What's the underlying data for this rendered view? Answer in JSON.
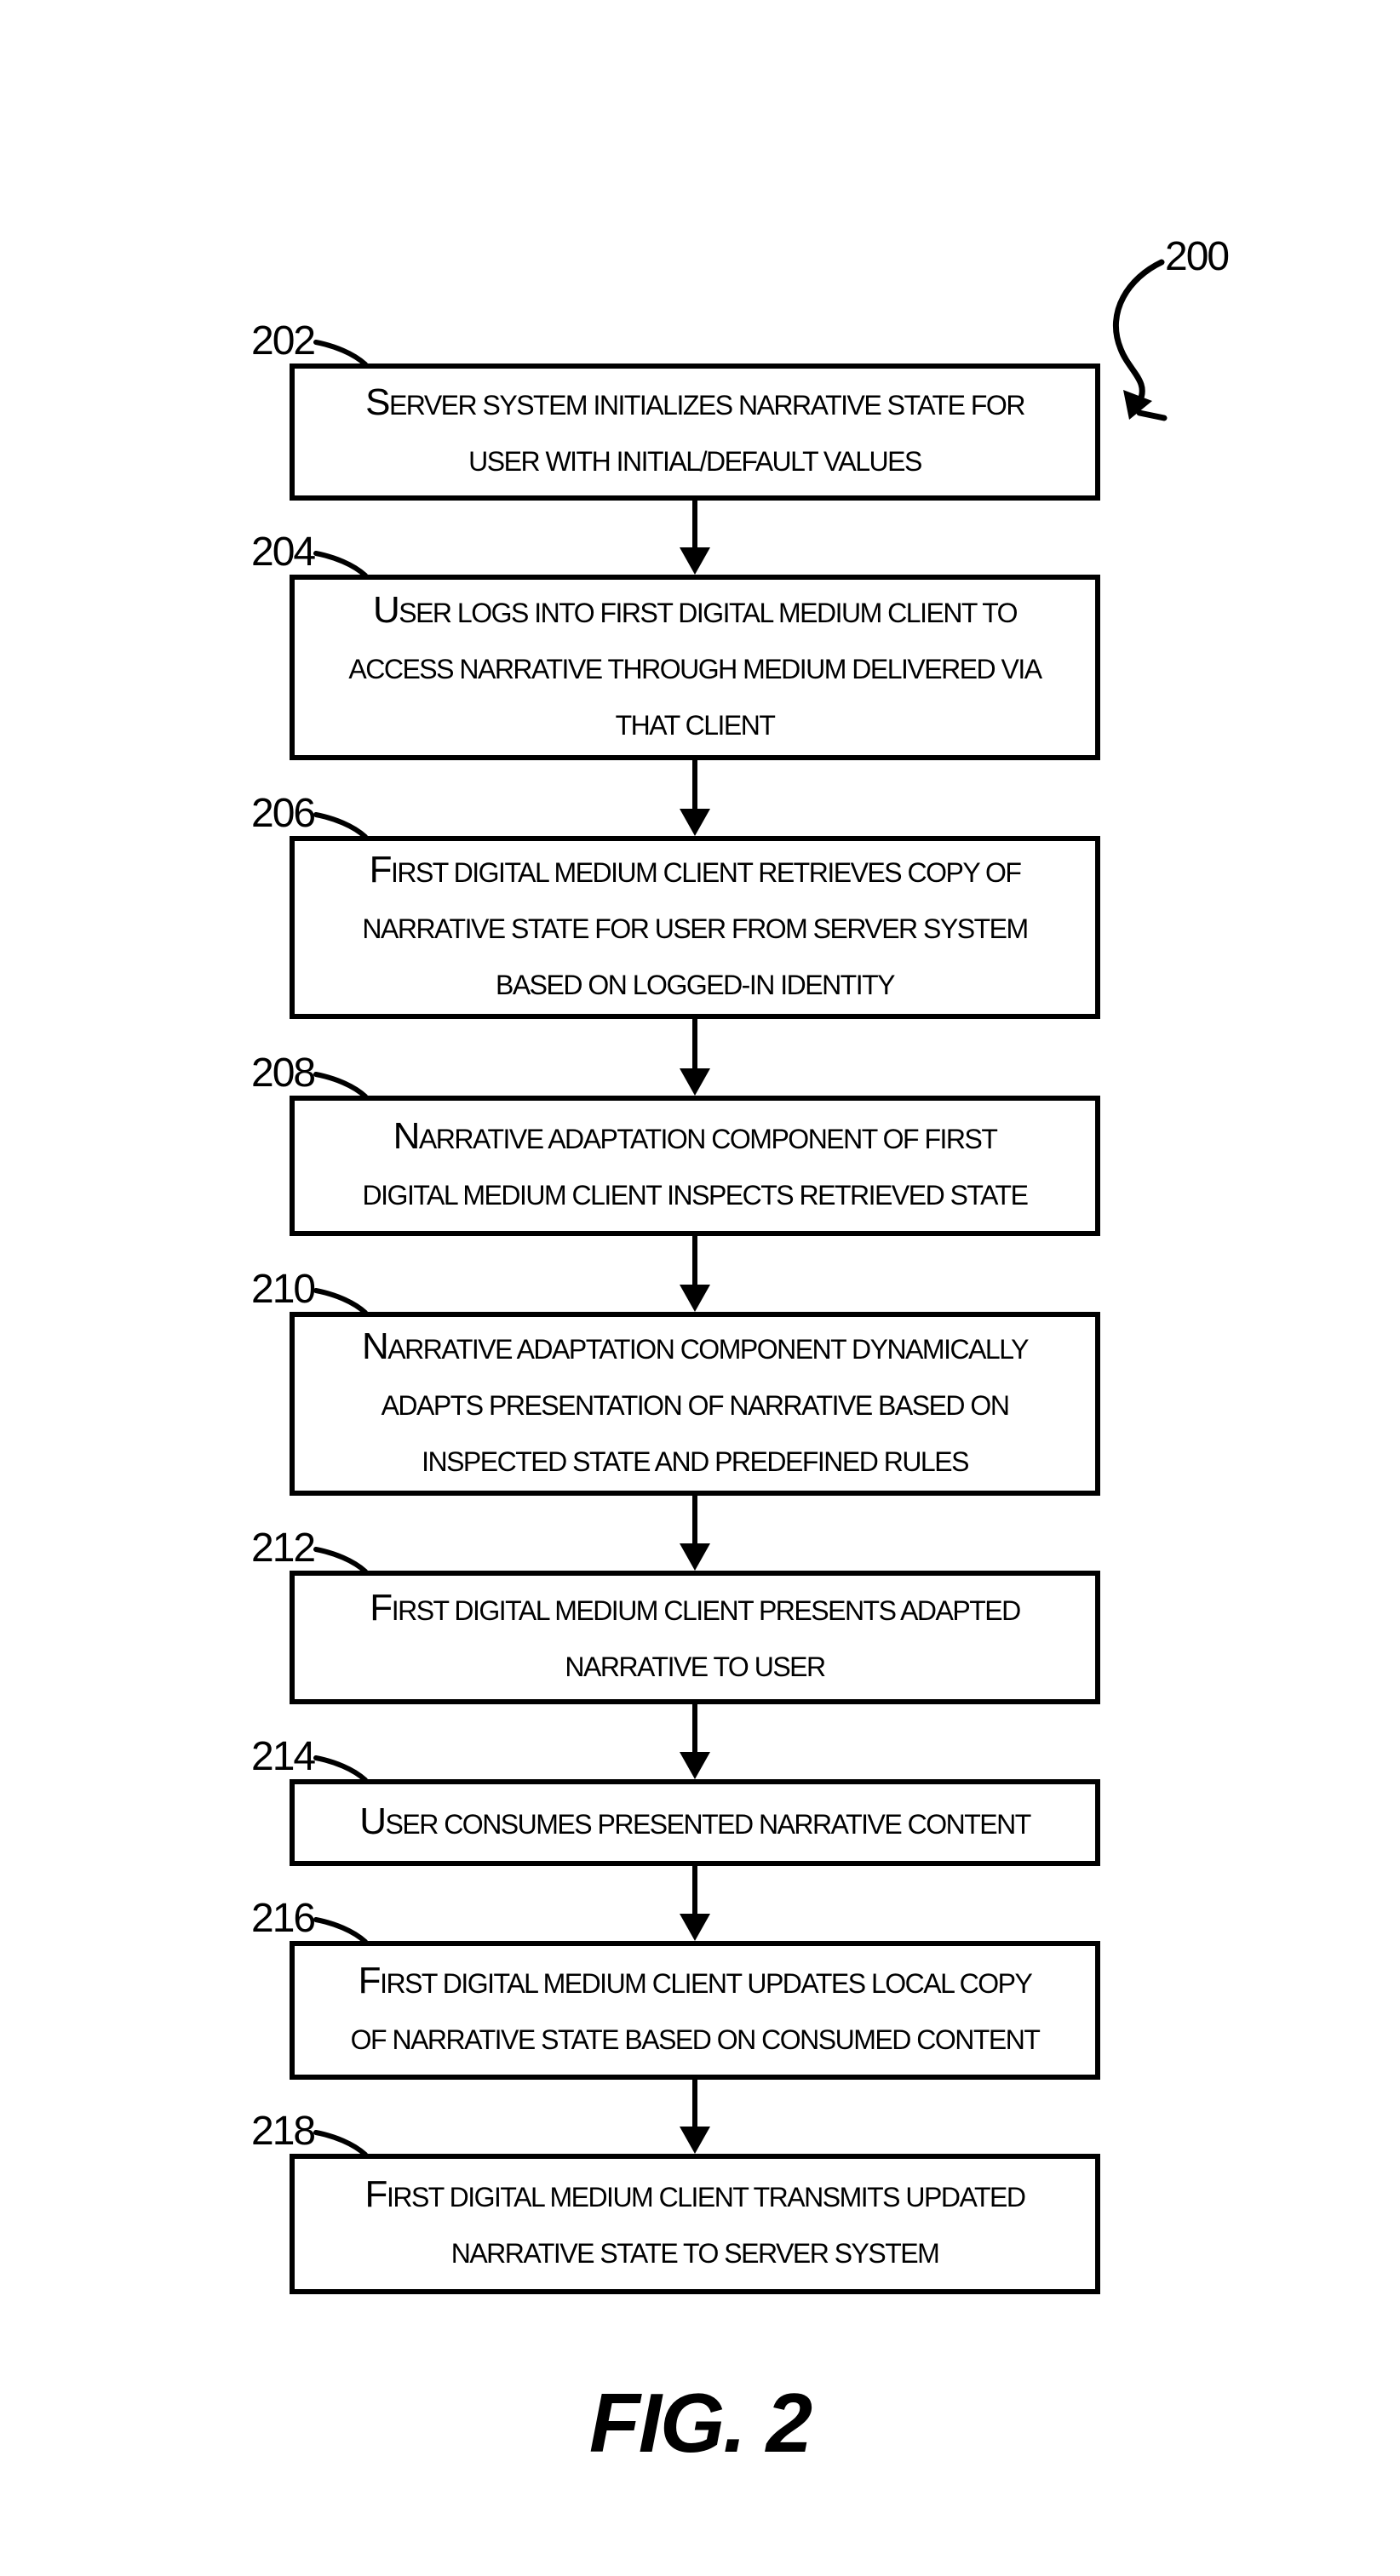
{
  "figure": {
    "reference_number": "200",
    "caption": "FIG. 2"
  },
  "steps": [
    {
      "ref": "202",
      "text": "SERVER SYSTEM INITIALIZES NARRATIVE STATE FOR\nUSER WITH INITIAL/DEFAULT VALUES"
    },
    {
      "ref": "204",
      "text": "USER LOGS INTO FIRST DIGITAL MEDIUM CLIENT TO\nACCESS NARRATIVE THROUGH MEDIUM DELIVERED VIA\nTHAT CLIENT"
    },
    {
      "ref": "206",
      "text": "FIRST DIGITAL MEDIUM CLIENT RETRIEVES COPY OF\nNARRATIVE STATE FOR USER FROM SERVER SYSTEM\nBASED ON LOGGED-IN IDENTITY"
    },
    {
      "ref": "208",
      "text": "NARRATIVE ADAPTATION COMPONENT OF FIRST\nDIGITAL MEDIUM CLIENT INSPECTS RETRIEVED STATE"
    },
    {
      "ref": "210",
      "text": "NARRATIVE ADAPTATION COMPONENT DYNAMICALLY\nADAPTS PRESENTATION OF NARRATIVE BASED ON\nINSPECTED STATE AND PREDEFINED RULES"
    },
    {
      "ref": "212",
      "text": "FIRST DIGITAL MEDIUM CLIENT PRESENTS ADAPTED\nNARRATIVE TO USER"
    },
    {
      "ref": "214",
      "text": "USER CONSUMES PRESENTED NARRATIVE CONTENT"
    },
    {
      "ref": "216",
      "text": "FIRST DIGITAL MEDIUM CLIENT UPDATES LOCAL COPY\nOF NARRATIVE STATE BASED ON CONSUMED CONTENT"
    },
    {
      "ref": "218",
      "text": "FIRST DIGITAL MEDIUM CLIENT TRANSMITS UPDATED\nNARRATIVE STATE TO SERVER SYSTEM"
    }
  ]
}
